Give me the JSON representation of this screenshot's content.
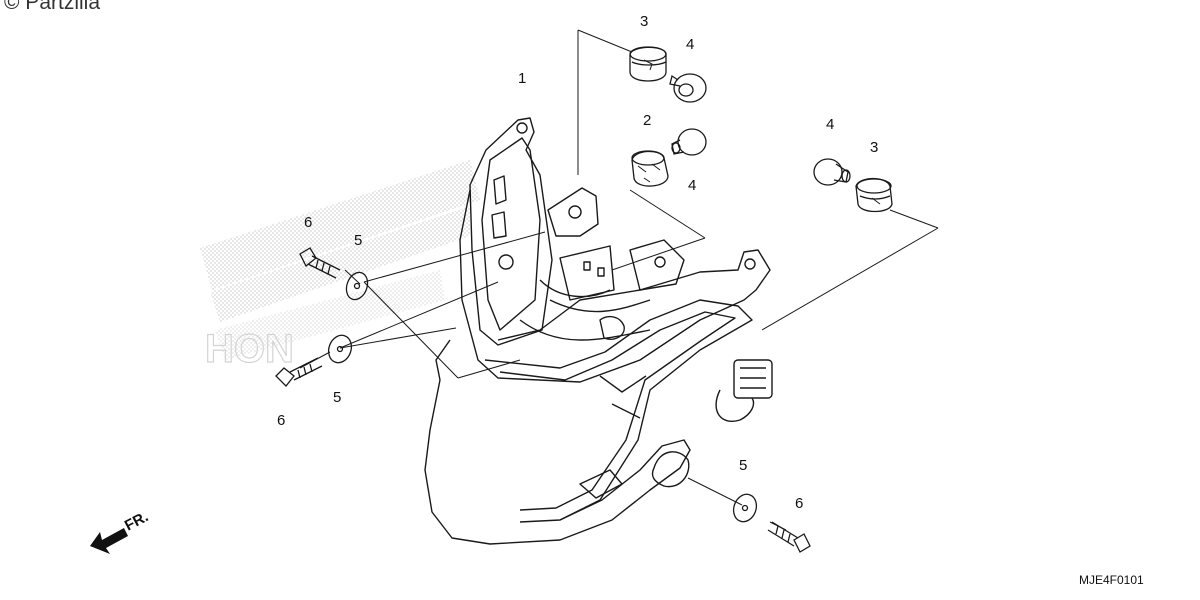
{
  "copyright": "© Partzilla",
  "diagram_code": "MJE4F0101",
  "front_label": "FR.",
  "callouts": {
    "c1": "1",
    "c2": "2",
    "c3a": "3",
    "c3b": "3",
    "c4a": "4",
    "c4b": "4",
    "c4c": "4",
    "c5a": "5",
    "c5b": "5",
    "c5c": "5",
    "c6a": "6",
    "c6b": "6",
    "c6c": "6"
  },
  "colors": {
    "line": "#1a1a1a",
    "watermark": "#d8d8d8"
  }
}
